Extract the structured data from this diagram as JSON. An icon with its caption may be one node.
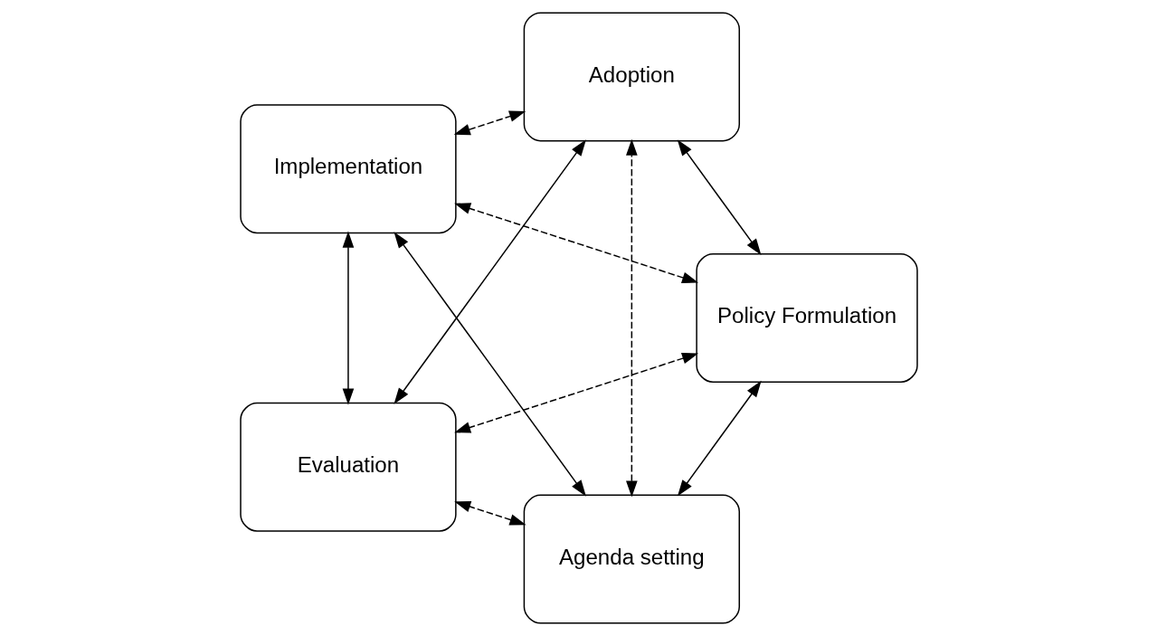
{
  "diagram": {
    "nodes": [
      {
        "text": [
          "Agenda setting"
        ]
      },
      {
        "text": [
          "Policy Formulation"
        ]
      },
      {
        "text": [
          "Implementation"
        ]
      },
      {
        "text": [
          "Adoption"
        ]
      },
      {
        "text": [
          "Evaluation"
        ]
      }
    ],
    "edges": [
      {
        "from": 0,
        "to": 1,
        "arrow": "both"
      },
      {
        "from": 0,
        "to": 4,
        "arrow": "both",
        "style": "dashed"
      },
      {
        "from": 1,
        "to": 2,
        "arrow": "both",
        "style": "dashed"
      },
      {
        "from": 0,
        "to": 2,
        "arrow": "both"
      },
      {
        "from": 1,
        "to": 3,
        "arrow": "both"
      },
      {
        "from": 0,
        "to": 3,
        "arrow": "both",
        "style": "dashed"
      },
      {
        "from": 2,
        "to": 3,
        "arrow": "both",
        "style": "dashed"
      },
      {
        "from": 2,
        "to": 4,
        "arrow": "both"
      },
      {
        "from": 1,
        "to": 4,
        "arrow": "both",
        "style": "dashed"
      },
      {
        "from": 3,
        "to": 4,
        "arrow": "both"
      }
    ]
  }
}
